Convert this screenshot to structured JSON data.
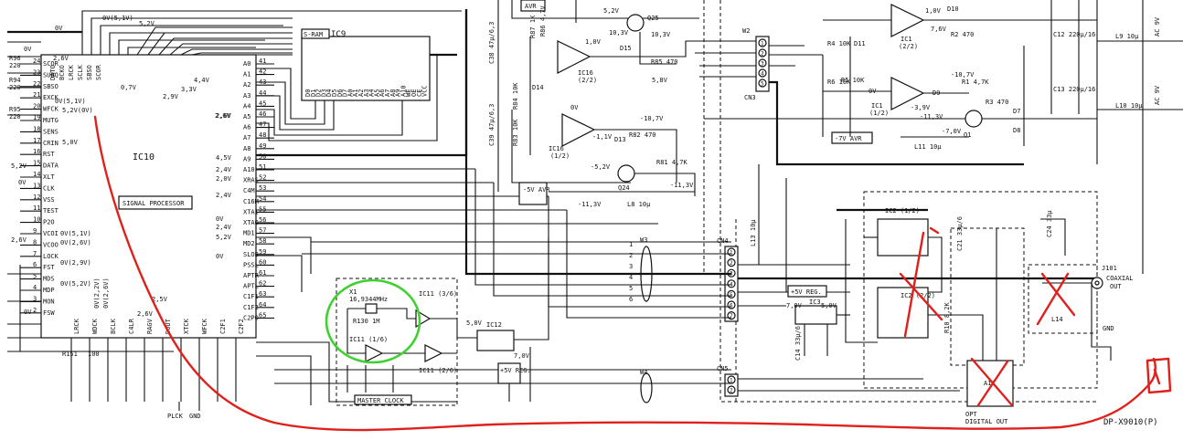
{
  "ic10": {
    "name": "IC10",
    "title": "SIGNAL PROCESSOR",
    "left_pins": [
      {
        "num": "24",
        "label": "SCOR"
      },
      {
        "num": "23",
        "label": "SUBQ"
      },
      {
        "num": "22",
        "label": "SBSO"
      },
      {
        "num": "21",
        "label": "EXCK"
      },
      {
        "num": "20",
        "label": "WFCK"
      },
      {
        "num": "19",
        "label": "MUTG"
      },
      {
        "num": "18",
        "label": "SENS"
      },
      {
        "num": "17",
        "label": "CRIN"
      },
      {
        "num": "16",
        "label": "RST"
      },
      {
        "num": "15",
        "label": "DATA"
      },
      {
        "num": "14",
        "label": "XLT"
      },
      {
        "num": "13",
        "label": "CLK"
      },
      {
        "num": "12",
        "label": "VSS"
      },
      {
        "num": "11",
        "label": "TEST"
      },
      {
        "num": "10",
        "label": "P2O"
      },
      {
        "num": "9",
        "label": "VCOI"
      },
      {
        "num": "8",
        "label": "VCOO"
      },
      {
        "num": "7",
        "label": "LOCK"
      },
      {
        "num": "6",
        "label": "FST"
      },
      {
        "num": "5",
        "label": "MDS"
      },
      {
        "num": "4",
        "label": "MDP"
      },
      {
        "num": "3",
        "label": "MON"
      },
      {
        "num": "2",
        "label": "FSW"
      }
    ],
    "right_pins": [
      {
        "num": "41",
        "label": "A0"
      },
      {
        "num": "42",
        "label": "A1"
      },
      {
        "num": "43",
        "label": "A2"
      },
      {
        "num": "44",
        "label": "A3"
      },
      {
        "num": "45",
        "label": "A4"
      },
      {
        "num": "46",
        "label": "A5"
      },
      {
        "num": "47",
        "label": "A6"
      },
      {
        "num": "48",
        "label": "A7"
      },
      {
        "num": "49",
        "label": "A8"
      },
      {
        "num": "50",
        "label": "A9"
      },
      {
        "num": "51",
        "label": "A10"
      },
      {
        "num": "52",
        "label": "XRAS"
      },
      {
        "num": "53",
        "label": "C4M"
      },
      {
        "num": "54",
        "label": "C16M"
      },
      {
        "num": "55",
        "label": "XTAI"
      },
      {
        "num": "56",
        "label": "XTAO"
      },
      {
        "num": "57",
        "label": "MD1"
      },
      {
        "num": "58",
        "label": "MD2"
      },
      {
        "num": "59",
        "label": "SLOB"
      },
      {
        "num": "60",
        "label": "PSSL"
      },
      {
        "num": "61",
        "label": "APTR"
      },
      {
        "num": "62",
        "label": "APTL"
      },
      {
        "num": "63",
        "label": "C1F1"
      },
      {
        "num": "64",
        "label": "C1F2"
      },
      {
        "num": "65",
        "label": "C2PO"
      }
    ],
    "top_pins": [
      "DATO",
      "BCKO",
      "LRCK",
      "SCLK",
      "SBSO",
      "SCOR"
    ],
    "bottom_pins": [
      "LRCK",
      "WDCK",
      "BCLK",
      "C4LR",
      "RAGV",
      "DOUT",
      "XTCK",
      "WFCK",
      "C2F1",
      "C2F2"
    ]
  },
  "ic9": {
    "name": "IC9",
    "title": "S-RAM",
    "pins": [
      "D0",
      "D1",
      "D2",
      "D3",
      "D4",
      "D5",
      "D6",
      "D7",
      "A0",
      "A1",
      "A2",
      "A3",
      "A4",
      "A5",
      "A6",
      "A7",
      "A8",
      "A9",
      "A10",
      "WE",
      "OE",
      "CE",
      "VCC"
    ]
  },
  "voltages": {
    "top": [
      "0V(5,1V)",
      "5,2V",
      "2,6V",
      "2,6V",
      "4,4V",
      "2,9V",
      "3,3V",
      "0,7V",
      "0V"
    ],
    "left": [
      "0V",
      "2,6V",
      "0V(5,1V)",
      "5,2V(0V)",
      "5,0V",
      "5,2V",
      "0V",
      "0V(5,1V)",
      "0V(2,6V)",
      "0V(2,9V)",
      "0V(5,2V)",
      "0V"
    ],
    "right": [
      "2,6V",
      "4,5V",
      "2,4V",
      "2,0V",
      "2,4V",
      "2,4V",
      "5,2V",
      "0V",
      "0V"
    ],
    "bottom": [
      "0V(2,2V)",
      "0V(2,6V)",
      "2,6V",
      "2,5V"
    ]
  },
  "resistors_left": [
    {
      "name": "R96",
      "value": "220"
    },
    {
      "name": "R94",
      "value": "220"
    },
    {
      "name": "R95",
      "value": "220"
    },
    {
      "name": "R151",
      "value": "100"
    }
  ],
  "avr": {
    "ic16a": "IC16",
    "ic16a_part": "(2/2)",
    "ic16b": "IC16",
    "ic16b_part": "(1/2)",
    "q25": "Q25",
    "q24": "Q24",
    "d15": "D15",
    "d14": "D14",
    "d13": "D13",
    "labels": [
      "R87 1K",
      "R86 4,7V",
      "R85 470",
      "R84 10K",
      "R83 10K",
      "R82 470",
      "R81 4,7K",
      "C38 47μ/6,3",
      "C39 47μ/6,3",
      "L8 10μ"
    ],
    "volts": [
      "5,2V",
      "10,3V",
      "1,0V",
      "10,3V",
      "5,8V",
      "-10,7V",
      "-1,1V",
      "-5,2V",
      "-11,3V",
      "-11,3V",
      "0V"
    ],
    "box_label": "-5V AVR",
    "top_label": "AVR"
  },
  "avr7": {
    "ic1a": "IC1",
    "ic1a_part": "(2/2)",
    "ic1b": "IC1",
    "ic1b_part": "(1/2)",
    "labels": [
      "D10",
      "D11",
      "D9",
      "D8",
      "D7",
      "Q1",
      "R1 4,7K",
      "R2 470",
      "R3 470",
      "R4 10K",
      "R5 10K",
      "R6 10K",
      "L9 10μ",
      "L10 10μ",
      "L11 10μ",
      "C12 220μ/16",
      "C13 220μ/16"
    ],
    "volts": [
      "1,0V",
      "7,6V",
      "-10,7V",
      "0V",
      "-3,9V",
      "-11,3V",
      "-7,0V"
    ],
    "box_label": "-7V AVR",
    "ac_labels": [
      "AC 9V",
      "AC 9V"
    ]
  },
  "connectors": {
    "w2": "W2",
    "cn3": "CN3",
    "w3": "W3",
    "w4": "W4",
    "cn4": "CN4",
    "cn5": "CN5",
    "cn4_pins": [
      "1",
      "2",
      "3",
      "4",
      "5",
      "6",
      "7"
    ],
    "cn5_pins": [
      "1",
      "2"
    ],
    "w3_pins": [
      "1",
      "2",
      "3",
      "4",
      "5",
      "6"
    ],
    "w2_pins": [
      "1",
      "2",
      "3",
      "4",
      "5"
    ]
  },
  "clock": {
    "crystal": "16,9344MHz",
    "x1": "X1",
    "r130": "R130 1M",
    "ic11a": "IC11 (1/6)",
    "ic11b": "IC11 (2/6)",
    "ic11c": "IC11 (3/6)",
    "ic12": "IC12",
    "c_left": "C",
    "box_label": "MASTER CLOCK",
    "reg": "+5V REG.",
    "volts": [
      "5,0V",
      "7,0V"
    ]
  },
  "output": {
    "ic2a": "IC2 (1/2)",
    "ic2b": "IC2 (2/2)",
    "ic3": "IC3",
    "reg": "+5V REG.",
    "volts": [
      "7,0V",
      "5,0V"
    ],
    "j101": "J101",
    "coaxial": "COAXIAL",
    "coaxial2": "OUT",
    "opt": "OPT",
    "digital_out": "DIGITAL OUT",
    "gnd": "GND",
    "l14": "L14",
    "a1": "A1",
    "r10": "R10 8,2K",
    "l13": "L13 10μ",
    "c14": "C14 33μ/6",
    "c24": "C24 33μ",
    "c21": "C21 33μ/6"
  },
  "bottom": {
    "plck": "PLCK",
    "gnd": "GND",
    "model": "DP-X9010(P)"
  },
  "annotations": {
    "green_circle": "master clock",
    "red_crosses": 3,
    "colors": {
      "red": "#e0201b",
      "green": "#3fd12f",
      "ink": "#111111"
    }
  }
}
